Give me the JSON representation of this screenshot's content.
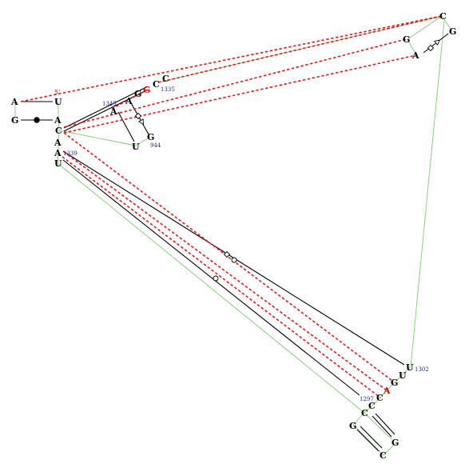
{
  "five_prime": "5'",
  "nucleotides": [
    {
      "id": "A_topleft",
      "letter": "A"
    },
    {
      "id": "U_topleft",
      "letter": "U"
    },
    {
      "id": "G_midleft",
      "letter": "G"
    },
    {
      "id": "A_midleft",
      "letter": "A"
    },
    {
      "id": "C_left1",
      "letter": "C"
    },
    {
      "id": "A_left2",
      "letter": "A"
    },
    {
      "id": "A_left3",
      "letter": "A"
    },
    {
      "id": "U_left4",
      "letter": "U"
    },
    {
      "id": "G_red_1335",
      "letter": "G",
      "red": true
    },
    {
      "id": "C_1335",
      "letter": "C"
    },
    {
      "id": "C_top",
      "letter": "C"
    },
    {
      "id": "G_1345",
      "letter": "G"
    },
    {
      "id": "A_1345b",
      "letter": "A"
    },
    {
      "id": "A_1345c",
      "letter": "A"
    },
    {
      "id": "U_944",
      "letter": "U"
    },
    {
      "id": "G_944",
      "letter": "G"
    },
    {
      "id": "C_rt",
      "letter": "C"
    },
    {
      "id": "G_rt",
      "letter": "G"
    },
    {
      "id": "G_rt2",
      "letter": "G"
    },
    {
      "id": "A_rt",
      "letter": "A"
    },
    {
      "id": "U_1302",
      "letter": "U"
    },
    {
      "id": "U_br",
      "letter": "U"
    },
    {
      "id": "G_br",
      "letter": "G"
    },
    {
      "id": "A_red_br",
      "letter": "A",
      "red": true
    },
    {
      "id": "C_br1",
      "letter": "C"
    },
    {
      "id": "C_br2",
      "letter": "C"
    },
    {
      "id": "C_br3",
      "letter": "C"
    },
    {
      "id": "G_bot1",
      "letter": "G"
    },
    {
      "id": "G_bot2",
      "letter": "G"
    },
    {
      "id": "C_bot",
      "letter": "C"
    }
  ],
  "numbers": [
    {
      "id": "n1335",
      "text": "1335"
    },
    {
      "id": "n1345",
      "text": "1345"
    },
    {
      "id": "n944",
      "text": "944"
    },
    {
      "id": "n1339",
      "text": "1339"
    },
    {
      "id": "n1302",
      "text": "1302"
    },
    {
      "id": "n1297",
      "text": "1297"
    }
  ],
  "colors": {
    "backbone": "#7ccf6e",
    "basepair": "#000000",
    "tertiary": "#e41b1b",
    "residue_number": "#1a2aa8",
    "highlight_nucleotide": "#dd0000"
  }
}
